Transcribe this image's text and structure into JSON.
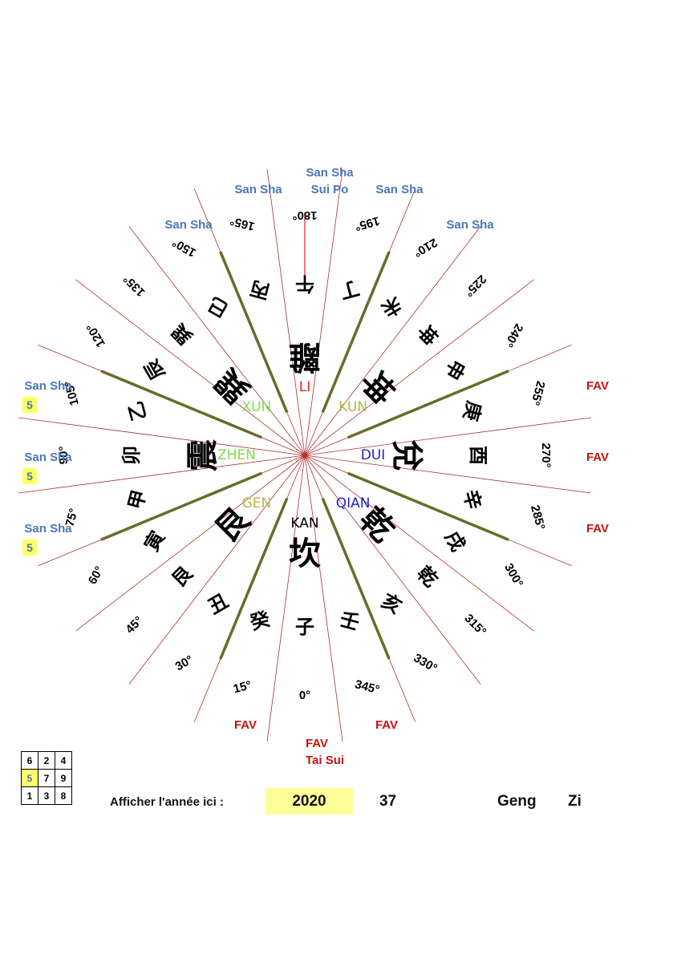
{
  "compass": {
    "sectors": [
      {
        "deg": "0°",
        "mountain": "子",
        "outer": "FAV",
        "outer2": "Tai Sui"
      },
      {
        "deg": "15°",
        "mountain": "癸",
        "outer": "FAV"
      },
      {
        "deg": "30°",
        "mountain": "丑",
        "outer": ""
      },
      {
        "deg": "45°",
        "mountain": "艮",
        "outer": ""
      },
      {
        "deg": "60°",
        "mountain": "寅",
        "outer": ""
      },
      {
        "deg": "75°",
        "mountain": "甲",
        "outer": "San Sha",
        "badge": "5"
      },
      {
        "deg": "90°",
        "mountain": "卯",
        "outer": "San Sha",
        "badge": "5"
      },
      {
        "deg": "105°",
        "mountain": "乙",
        "outer": "San Sha",
        "badge": "5"
      },
      {
        "deg": "120°",
        "mountain": "辰",
        "outer": ""
      },
      {
        "deg": "135°",
        "mountain": "巽",
        "outer": ""
      },
      {
        "deg": "150°",
        "mountain": "巳",
        "outer": "San Sha"
      },
      {
        "deg": "165°",
        "mountain": "丙",
        "outer": "San Sha"
      },
      {
        "deg": "180°",
        "mountain": "午",
        "outer": "San Sha",
        "outer2": "Sui Po"
      },
      {
        "deg": "195°",
        "mountain": "丁",
        "outer": "San Sha"
      },
      {
        "deg": "210°",
        "mountain": "未",
        "outer": "San Sha"
      },
      {
        "deg": "225°",
        "mountain": "坤",
        "outer": ""
      },
      {
        "deg": "240°",
        "mountain": "申",
        "outer": ""
      },
      {
        "deg": "255°",
        "mountain": "庚",
        "outer": "FAV"
      },
      {
        "deg": "270°",
        "mountain": "酉",
        "outer": "FAV"
      },
      {
        "deg": "285°",
        "mountain": "辛",
        "outer": "FAV"
      },
      {
        "deg": "300°",
        "mountain": "戌",
        "outer": ""
      },
      {
        "deg": "315°",
        "mountain": "乾",
        "outer": ""
      },
      {
        "deg": "330°",
        "mountain": "亥",
        "outer": ""
      },
      {
        "deg": "345°",
        "mountain": "壬",
        "outer": "FAV"
      }
    ],
    "trigrams": [
      {
        "char": "坎",
        "name": "KAN",
        "color": "#000000"
      },
      {
        "char": "艮",
        "name": "GEN",
        "color": "#b5b54a"
      },
      {
        "char": "震",
        "name": "ZHEN",
        "color": "#7ddc4a"
      },
      {
        "char": "巽",
        "name": "XUN",
        "color": "#7ddc4a"
      },
      {
        "char": "離",
        "name": "LI",
        "color": "#dd2222"
      },
      {
        "char": "坤",
        "name": "KUN",
        "color": "#b5b54a"
      },
      {
        "char": "兌",
        "name": "DUI",
        "color": "#2222cc"
      },
      {
        "char": "乾",
        "name": "QIAN",
        "color": "#2222cc"
      }
    ],
    "colors": {
      "sector_line": "#b03030",
      "palace_line": "#6b6b2a",
      "san_sha": "#4a76b8",
      "fav": "#cc1111",
      "highlight": "#ffff66"
    }
  },
  "flying_star_grid": [
    [
      "6",
      "2",
      "4"
    ],
    [
      "5",
      "7",
      "9"
    ],
    [
      "1",
      "3",
      "8"
    ]
  ],
  "bottom": {
    "year_label": "Afficher l'année ici :",
    "year_value": "2020",
    "age": "37",
    "stem": "Geng",
    "branch": "Zi"
  }
}
